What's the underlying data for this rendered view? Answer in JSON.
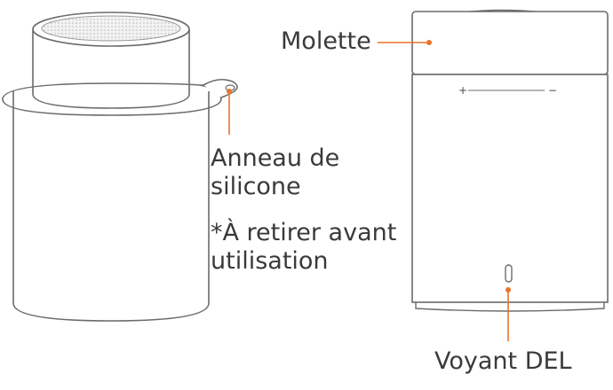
{
  "colors": {
    "outline": "#6b6b6b",
    "callout": "#e8742a",
    "text": "#3a3a3a"
  },
  "labels": {
    "molette": "Molette",
    "anneau_line1": "Anneau de",
    "anneau_line2": "silicone",
    "note_line1": "*À retirer avant",
    "note_line2": "utilisation",
    "voyant": "Voyant DEL"
  },
  "volume_marks": {
    "plus": "+",
    "minus": "−"
  }
}
